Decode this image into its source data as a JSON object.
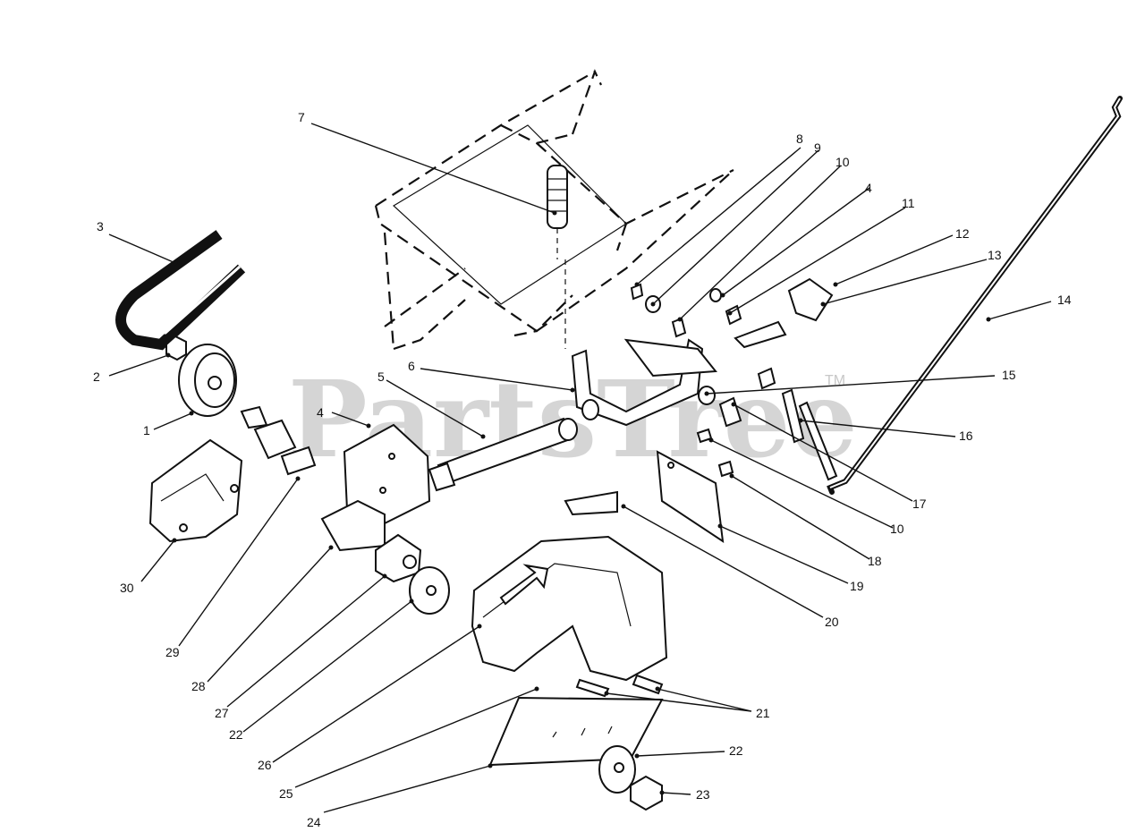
{
  "watermark": {
    "text": "PartsTree",
    "trademark": "TM"
  },
  "callouts": [
    {
      "id": "c1",
      "text": "1"
    },
    {
      "id": "c2",
      "text": "2"
    },
    {
      "id": "c3",
      "text": "3"
    },
    {
      "id": "c4a",
      "text": "4"
    },
    {
      "id": "c4b",
      "text": "4"
    },
    {
      "id": "c5",
      "text": "5"
    },
    {
      "id": "c6",
      "text": "6"
    },
    {
      "id": "c7",
      "text": "7"
    },
    {
      "id": "c8",
      "text": "8"
    },
    {
      "id": "c9",
      "text": "9"
    },
    {
      "id": "c10a",
      "text": "10"
    },
    {
      "id": "c10b",
      "text": "10"
    },
    {
      "id": "c11",
      "text": "11"
    },
    {
      "id": "c12",
      "text": "12"
    },
    {
      "id": "c13",
      "text": "13"
    },
    {
      "id": "c14",
      "text": "14"
    },
    {
      "id": "c15",
      "text": "15"
    },
    {
      "id": "c16",
      "text": "16"
    },
    {
      "id": "c17",
      "text": "17"
    },
    {
      "id": "c18",
      "text": "18"
    },
    {
      "id": "c19",
      "text": "19"
    },
    {
      "id": "c20",
      "text": "20"
    },
    {
      "id": "c21",
      "text": "21"
    },
    {
      "id": "c22a",
      "text": "22"
    },
    {
      "id": "c22b",
      "text": "22"
    },
    {
      "id": "c23",
      "text": "23"
    },
    {
      "id": "c24",
      "text": "24"
    },
    {
      "id": "c25",
      "text": "25"
    },
    {
      "id": "c26",
      "text": "26"
    },
    {
      "id": "c27",
      "text": "27"
    },
    {
      "id": "c28",
      "text": "28"
    },
    {
      "id": "c29",
      "text": "29"
    },
    {
      "id": "c30",
      "text": "30"
    }
  ]
}
